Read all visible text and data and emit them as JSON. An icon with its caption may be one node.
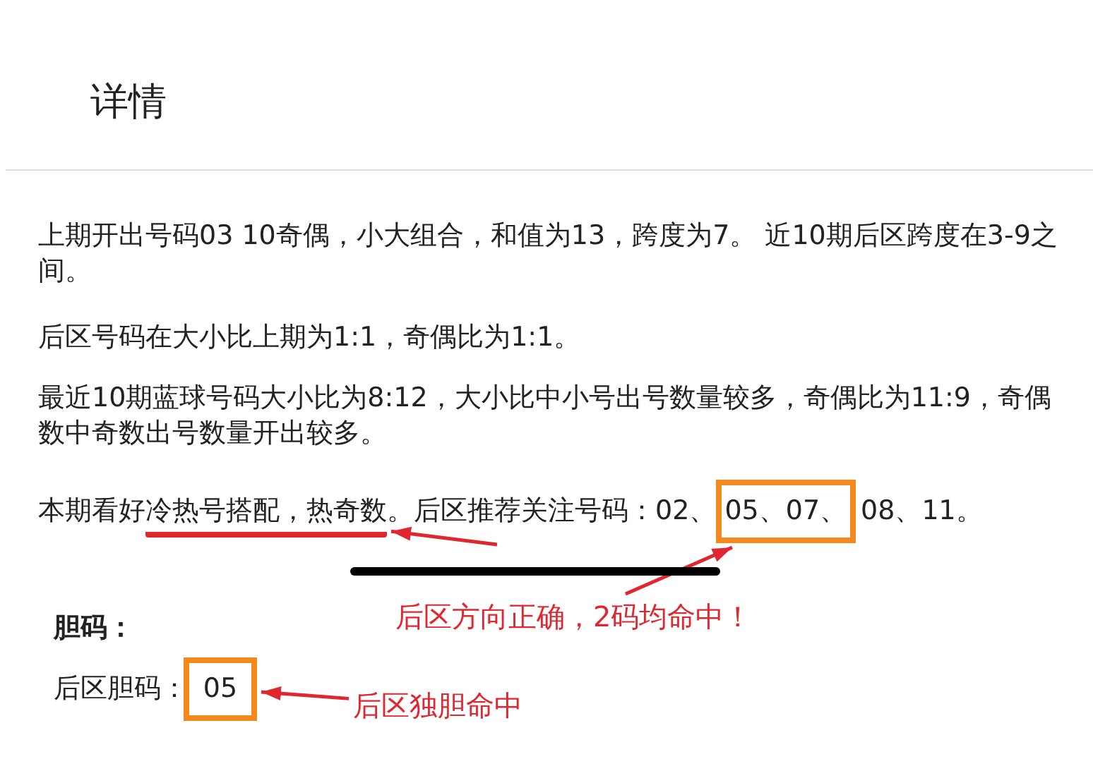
{
  "diagram": {
    "title": "详情",
    "nodes": [
      {
        "text": [
          "冷热号搭配，热奇数"
        ]
      },
      {
        "text": [
          "05、07、"
        ]
      },
      {
        "text": [
          "后区方向正确，2码均命中！"
        ]
      },
      {
        "text": [
          "05"
        ]
      },
      {
        "text": [
          "后区独胆命中"
        ]
      }
    ],
    "edges": [
      {
        "from": 2,
        "to": 1,
        "arrow": "to"
      },
      {
        "from": null,
        "to": 0,
        "arrow": "to"
      },
      {
        "from": 4,
        "to": 3,
        "arrow": "to"
      }
    ],
    "labels": [
      "上期开出号码03 10奇偶，小大组合，和值为13，跨度为7。 近10期后区跨度在3-9之间。",
      "后区号码在大小比上期为1:1，奇偶比为1:1。",
      "最近10期蓝球号码大小比为8:12，大小比中小号出号数量较多，奇偶比为11:9，奇偶数中奇数出号数量开出较多。",
      "本期看好",
      "。后区推荐关注号码：02、",
      "08、11。",
      "胆码：",
      "后区胆码："
    ]
  }
}
